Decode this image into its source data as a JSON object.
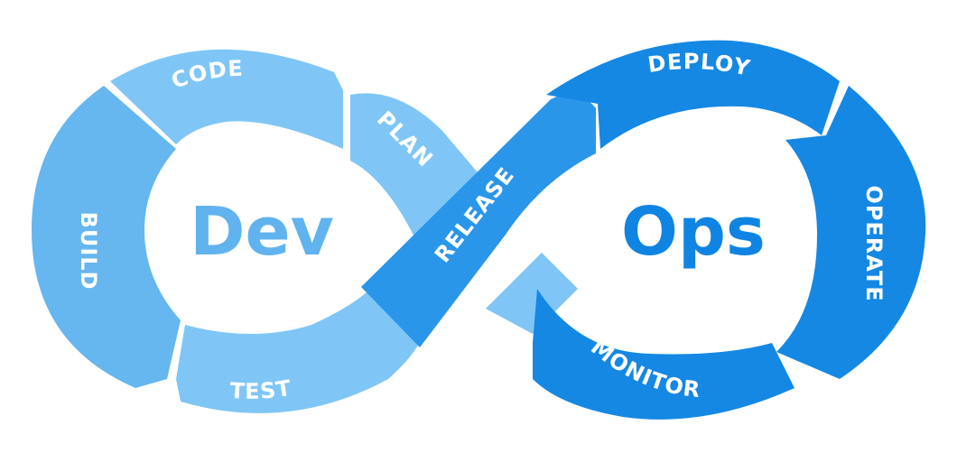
{
  "colors": {
    "dev_light": "#7fc6f6",
    "dev_mid": "#66b6ef",
    "dev_text": "#60b3ee",
    "ops_dark": "#1588e4",
    "ops_mid": "#2a96ea",
    "ops_text": "#0f84e2",
    "background": "#ffffff"
  },
  "dev_loop": {
    "title": "Dev",
    "stages": {
      "plan": "PLAN",
      "code": "CODE",
      "build": "BUILD",
      "test": "TEST"
    }
  },
  "bridge": {
    "release": "RELEASE"
  },
  "ops_loop": {
    "title": "Ops",
    "stages": {
      "deploy": "DEPLOY",
      "operate": "OPERATE",
      "monitor": "MONITOR"
    }
  }
}
